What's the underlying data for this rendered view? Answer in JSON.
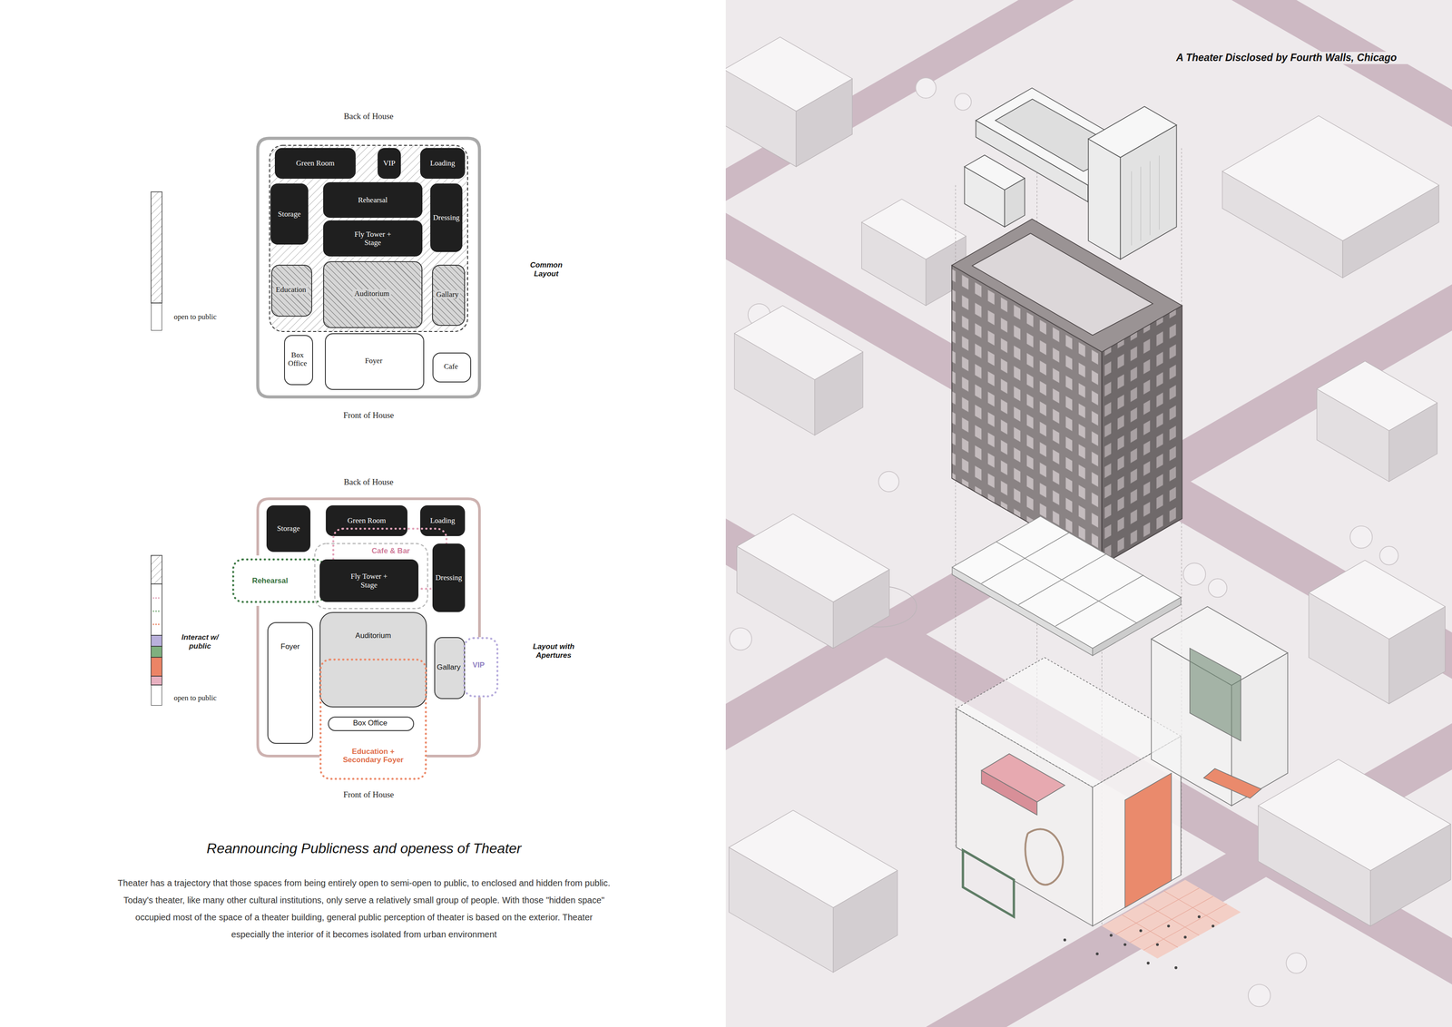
{
  "diagram": {
    "title": "Reannouncing Publicness and openess of Theater",
    "caption": "Theater has a trajectory that those spaces from being entirely open to semi-open to public, to enclosed and hidden from public. Today's theater, like many other cultural institutions, only serve a relatively small group of people. With those \"hidden space\" occupied most of the space of a theater building, general public perception of theater is based on the exterior. Theater especially the interior of it becomes isolated from urban environment",
    "nodes": [
      {
        "text": [
          "Back of House",
          "Front of House"
        ]
      },
      {
        "text": [
          "Green Room"
        ],
        "in": 0
      },
      {
        "text": [
          "VIP"
        ],
        "in": 0
      },
      {
        "text": [
          "Loading"
        ],
        "in": 0
      },
      {
        "text": [
          "Storage"
        ],
        "in": 0
      },
      {
        "text": [
          "Rehearsal"
        ],
        "in": 0
      },
      {
        "text": [
          "Dressing"
        ],
        "in": 0
      },
      {
        "text": [
          "Fly Tower + Stage"
        ],
        "in": 0
      },
      {
        "text": [
          "Education"
        ],
        "in": 0
      },
      {
        "text": [
          "Auditorium"
        ],
        "in": 0
      },
      {
        "text": [
          "Gallary"
        ],
        "in": 0
      },
      {
        "text": [
          "Box Office"
        ],
        "in": 0
      },
      {
        "text": [
          "Foyer"
        ],
        "in": 0
      },
      {
        "text": [
          "Cafe"
        ],
        "in": 0
      },
      {
        "text": [
          "Back of House",
          "Front of House"
        ]
      },
      {
        "text": [
          "Storage"
        ],
        "in": 14
      },
      {
        "text": [
          "Green Room"
        ],
        "in": 14
      },
      {
        "text": [
          "Loading"
        ],
        "in": 14
      },
      {
        "text": [
          "Rehearsal"
        ],
        "in": 14
      },
      {
        "text": [
          "Cafe & Bar"
        ],
        "in": 14
      },
      {
        "text": [
          "Fly Tower + Stage"
        ],
        "in": 14
      },
      {
        "text": [
          "Dressing"
        ],
        "in": 14
      },
      {
        "text": [
          "Foyer"
        ],
        "in": 14
      },
      {
        "text": [
          "Auditorium"
        ],
        "in": 14
      },
      {
        "text": [
          "Education + Secondary Foyer"
        ],
        "in": 14
      },
      {
        "text": [
          "Box Office"
        ],
        "in": 14
      },
      {
        "text": [
          "Gallary"
        ],
        "in": 14
      },
      {
        "text": [
          "VIP"
        ],
        "in": 14
      }
    ],
    "labels": [
      "Common Layout",
      "Layout with Apertures",
      "A Theater Disclosed by Fourth Walls, Chicago"
    ],
    "legend": [
      {
        "text": "open to public",
        "color": "#ffffff"
      },
      {
        "text": "Interact w/ public"
      },
      {
        "text": "open to public",
        "color": "#ffffff"
      }
    ]
  }
}
